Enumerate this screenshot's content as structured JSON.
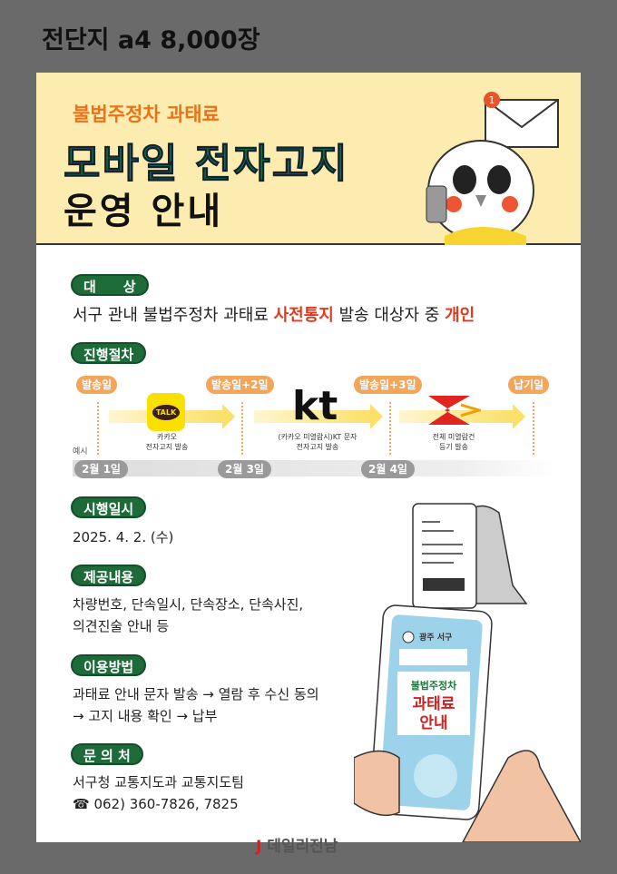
{
  "page_title": "전단지 a4 8,000장",
  "header": {
    "subtitle": "불법주정차 과태료",
    "title": "모바일 전자고지",
    "title2": "운영 안내",
    "notification_count": "1"
  },
  "target": {
    "label": "대　　상",
    "text_pre": "서구 관내 불법주정차 과태료 ",
    "highlight1": "사전통지",
    "text_mid": " 발송 대상자 중 ",
    "highlight2": "개인"
  },
  "process": {
    "label": "진행절차",
    "steps": [
      "발송일",
      "발송일+2일",
      "발송일+3일",
      "납기일"
    ],
    "captions": [
      "카카오\n전자고지 발송",
      "(카카오 미열람시)KT 문자\n전자고지 발송",
      "전체 미열람건\n등기 발송"
    ],
    "example_label": "예시",
    "dates": [
      "2월 1일",
      "2월 3일",
      "2월 4일"
    ],
    "kakao_logo": "TALK",
    "kt_logo": "kt"
  },
  "date": {
    "label": "시행일시",
    "text": "2025. 4. 2. (수)"
  },
  "content": {
    "label": "제공내용",
    "line1": "차량번호, 단속일시, 단속장소, 단속사진,",
    "line2": "의견진술 안내 등"
  },
  "usage": {
    "label": "이용방법",
    "line1": "과태료 안내 문자 발송 → 열람 후 수신 동의",
    "line2": "→ 고지 내용 확인 → 납부"
  },
  "contact": {
    "label": "문 의 처",
    "line1": "서구청 교통지도과 교통지도팀",
    "line2": "☎ 062) 360-7826, 7825"
  },
  "phone": {
    "brand": "광주 서구",
    "msg1": "불법주정차",
    "msg2": "과태료",
    "msg3": "안내"
  },
  "watermark": "데일리전남"
}
